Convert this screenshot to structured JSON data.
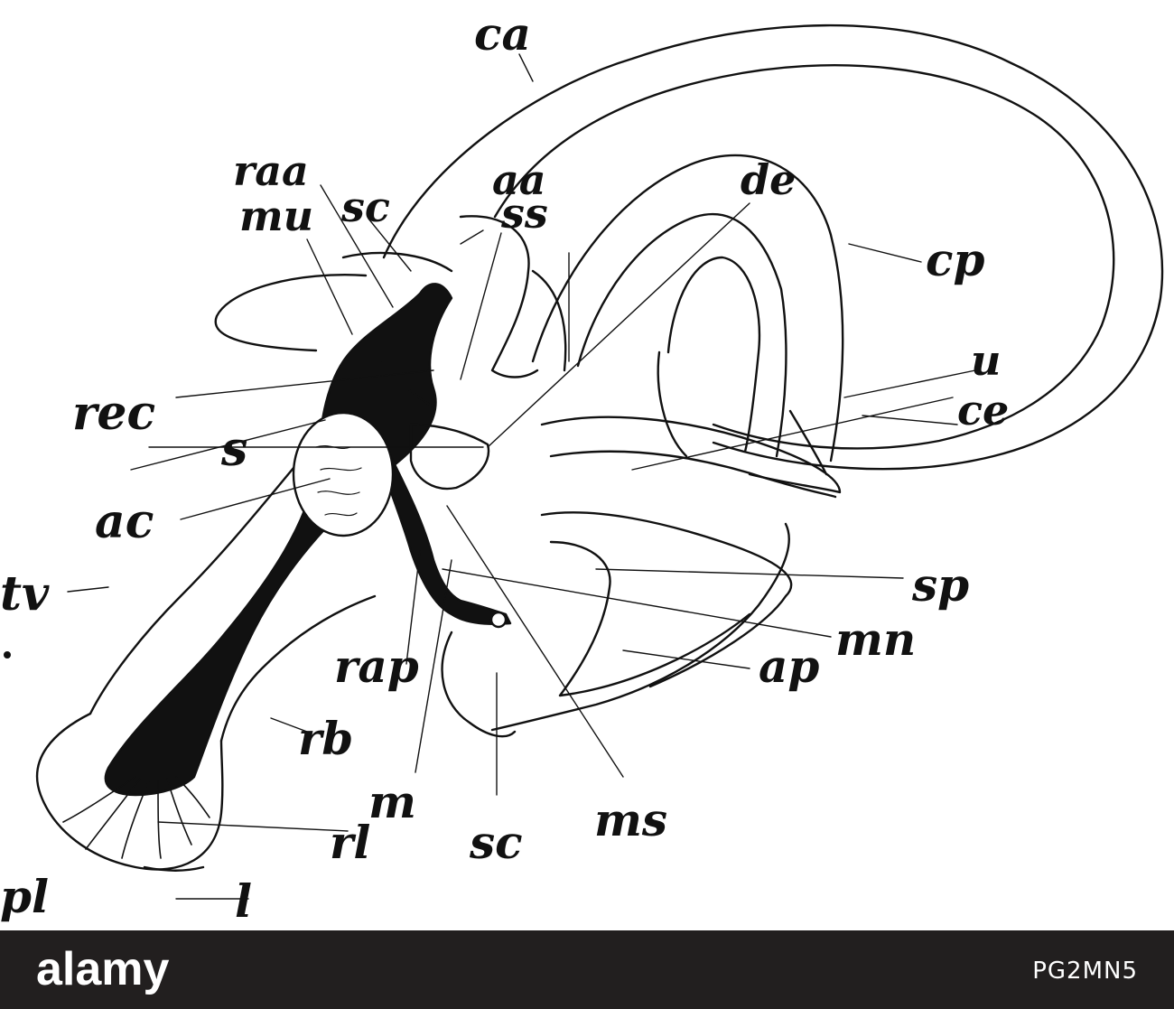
{
  "figure": {
    "labels": {
      "ca": "ca",
      "raa": "raa",
      "sc_top": "sc",
      "aa": "aa",
      "de": "de",
      "mu": "mu",
      "ss": "ss",
      "cp": "cp",
      "u": "u",
      "rec": "rec",
      "ce": "ce",
      "s": "s",
      "ac": "ac",
      "tv": "tv",
      "sp": "sp",
      "mn": "mn",
      "ap": "ap",
      "rap": "rap",
      "rb": "rb",
      "m": "m",
      "rl": "rl",
      "ms": "ms",
      "sc_bottom": "sc",
      "pl": "pl",
      "l": "l"
    }
  },
  "footer": {
    "brand": "alamy",
    "image_id": "PG2MN5"
  },
  "colors": {
    "footer_background": "#221f1f",
    "line": "#111111"
  }
}
